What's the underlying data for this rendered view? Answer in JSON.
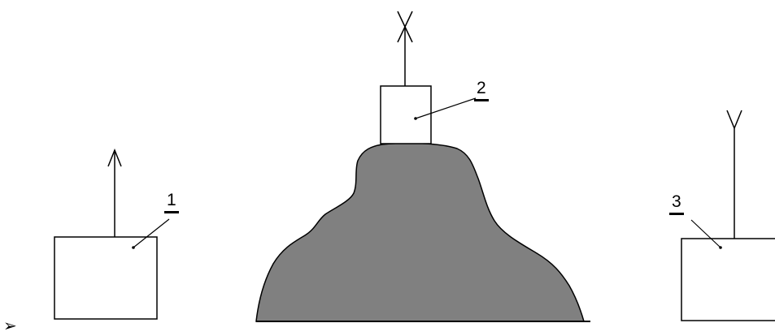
{
  "diagram": {
    "labels": {
      "antenna_1": "1",
      "antenna_2": "2",
      "antenna_3": "3"
    },
    "bullet_icon": "arrowhead-bullet",
    "bullet_glyph": "➢",
    "colors": {
      "hill_fill": "#808080",
      "stroke": "#000000",
      "background": "#ffffff"
    }
  }
}
